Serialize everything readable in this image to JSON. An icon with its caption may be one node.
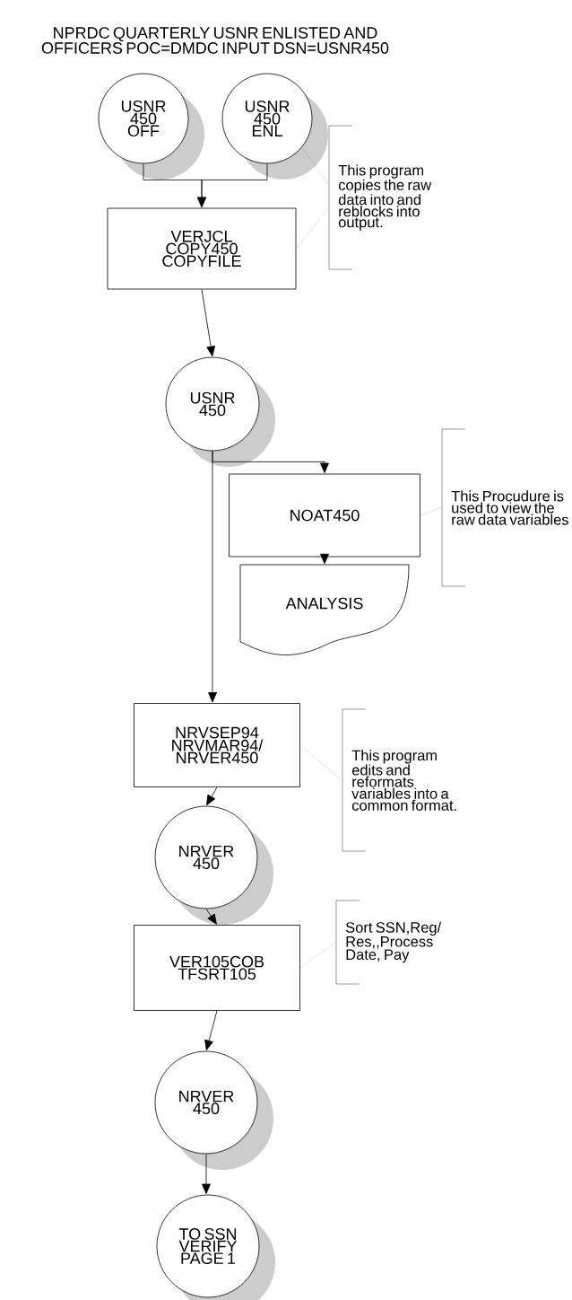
{
  "diagram": {
    "title": "NPRDC QUARTERLY USNR ENLISTED AND OFFICERS POC=DMDC INPUT DSN=USNR450",
    "nodes": [
      {
        "text": [
          "USNR 450 OFF"
        ]
      },
      {
        "text": [
          "USNR 450 ENL"
        ]
      },
      {
        "text": [
          "VERJCL COPY450 COPYFILE"
        ]
      },
      {
        "text": [
          "This program copies the raw data into and reblocks into output."
        ]
      },
      {
        "text": [
          "USNR 450"
        ]
      },
      {
        "text": [
          "NOAT450"
        ]
      },
      {
        "text": [
          "This Procudure is used to view the raw data variables"
        ]
      },
      {
        "text": [
          "ANALYSIS"
        ]
      },
      {
        "text": [
          "NRVSEP94 NRVMAR94/ NRVER450"
        ]
      },
      {
        "text": [
          "This program edits and reformats variables into a common format."
        ]
      },
      {
        "text": [
          "NRVER 450"
        ]
      },
      {
        "text": [
          "VER105COB TFSRT105"
        ]
      },
      {
        "text": [
          "Sort SSN,Reg/ Res,,Process Date, Pay"
        ]
      },
      {
        "text": [
          "NRVER 450"
        ]
      },
      {
        "text": [
          "TO SSN VERIFY PAGE 1"
        ]
      }
    ],
    "edges": [
      {
        "from": 0,
        "to": 2,
        "arrow": "to"
      },
      {
        "from": 1,
        "to": 2,
        "arrow": "to"
      },
      {
        "from": 3,
        "to": 1,
        "arrow": "none",
        "style": "dashed"
      },
      {
        "from": 3,
        "to": 2,
        "arrow": "none",
        "style": "dashed"
      },
      {
        "from": 2,
        "to": 4,
        "arrow": "to"
      },
      {
        "from": 4,
        "to": 5,
        "arrow": "to"
      },
      {
        "from": 6,
        "to": 5,
        "arrow": "none",
        "style": "dashed"
      },
      {
        "from": 5,
        "to": 7,
        "arrow": "to"
      },
      {
        "from": 4,
        "to": 8,
        "arrow": "to"
      },
      {
        "from": 9,
        "to": 8,
        "arrow": "none",
        "style": "dashed"
      },
      {
        "from": 8,
        "to": 10,
        "arrow": "to"
      },
      {
        "from": 10,
        "to": 11,
        "arrow": "to"
      },
      {
        "from": 12,
        "to": 11,
        "arrow": "none",
        "style": "dashed"
      },
      {
        "from": 11,
        "to": 13,
        "arrow": "to"
      },
      {
        "from": 13,
        "to": 14,
        "arrow": "to"
      }
    ]
  }
}
